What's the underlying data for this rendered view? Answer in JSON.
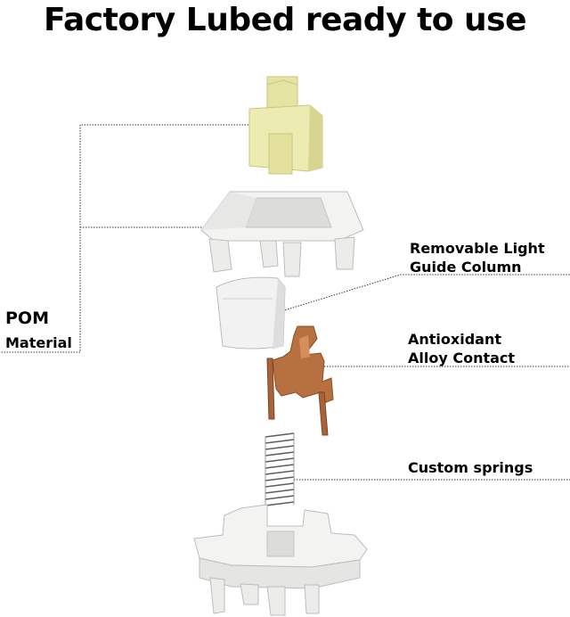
{
  "title": "Factory Lubed ready to use",
  "labels": {
    "material_line1": "POM",
    "material_line2": "Material",
    "light_guide_line1": "Removable Light",
    "light_guide_line2": "Guide Column",
    "contact_line1": "Antioxidant",
    "contact_line2": "Alloy Contact",
    "springs": "Custom springs"
  },
  "colors": {
    "stem": "#e8e6a6",
    "housing": "#f1f1ef",
    "contact": "#b8703f",
    "spring": "#6b6b6b",
    "leader": "#333333"
  }
}
